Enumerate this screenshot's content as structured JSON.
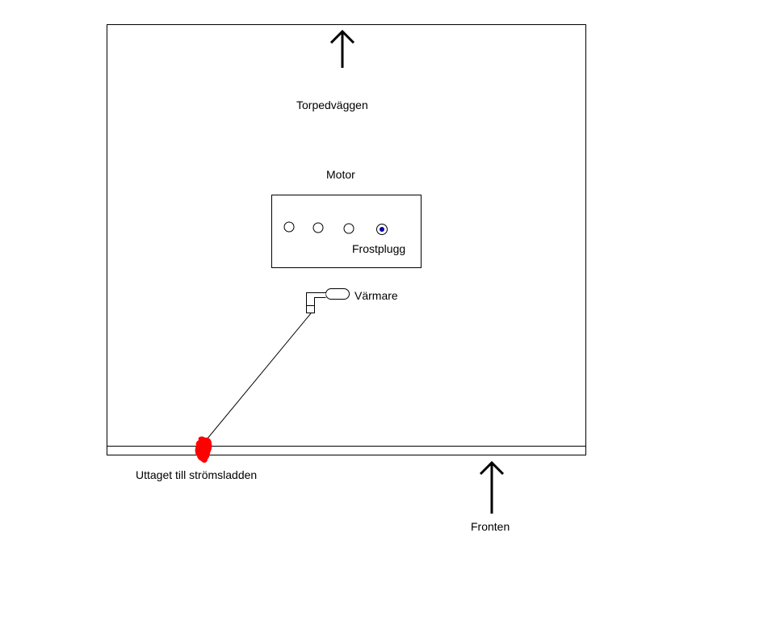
{
  "labels": {
    "firewall": "Torpedväggen",
    "engine": "Motor",
    "freeze_plug": "Frostplugg",
    "heater": "Värmare",
    "outlet": "Uttaget till strömsladden",
    "front": "Fronten"
  },
  "colors": {
    "outline": "#000000",
    "outlet": "#ff0000",
    "freeze_plug_marker": "#0000aa",
    "background": "#ffffff"
  },
  "icons": {
    "top_arrow": "up-arrow-icon",
    "front_arrow": "up-arrow-icon",
    "heater": "heater-icon",
    "outlet": "outlet-blob-icon"
  },
  "engine": {
    "plug_count": 4,
    "active_plug_index": 4
  }
}
